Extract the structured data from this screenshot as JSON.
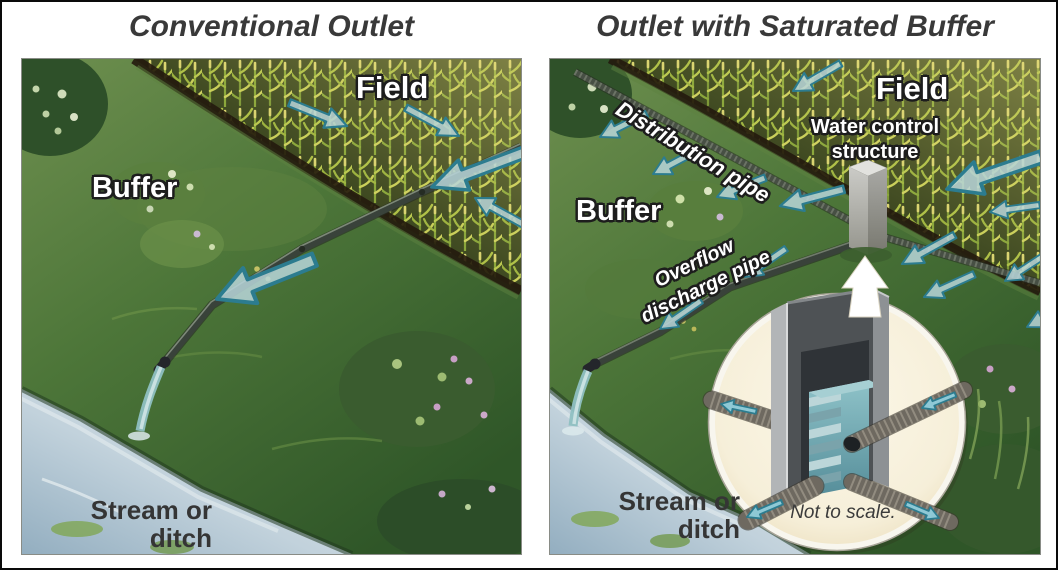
{
  "figure": {
    "type": "comparison-diagram",
    "subject": "Conventional drainage outlet vs saturated buffer drainage outlet",
    "panels": [
      {
        "id": "conventional-outlet",
        "title": "Conventional Outlet",
        "labels": {
          "field": "Field",
          "buffer": "Buffer",
          "stream_line1": "Stream or",
          "stream_line2": "ditch"
        }
      },
      {
        "id": "outlet-with-saturated-buffer",
        "title": "Outlet with Saturated Buffer",
        "labels": {
          "field": "Field",
          "buffer": "Buffer",
          "distribution_pipe": "Distribution pipe",
          "water_control_line1": "Water control",
          "water_control_line2": "structure",
          "overflow_line1": "Overflow",
          "overflow_line2": "discharge pipe",
          "stream_line1": "Stream or",
          "stream_line2": "ditch",
          "inset_caption": "Not to scale."
        }
      }
    ]
  },
  "colors": {
    "title_text": "#393939",
    "label_light": "#ffffff",
    "label_dark": "#353535",
    "arrow_fill": "#b9d6da",
    "arrow_stroke": "#2c7c8f",
    "buffer_green": "#4d7639",
    "corn_light": "#a8bd40",
    "corn_dark": "#2b3816",
    "stream_blue": "#b6c9d6",
    "pipe_dark": "#39423a",
    "structure_gray": "#a8a8a4",
    "inset_background": "#f6efd9",
    "white_arrow": "#ffffff"
  }
}
